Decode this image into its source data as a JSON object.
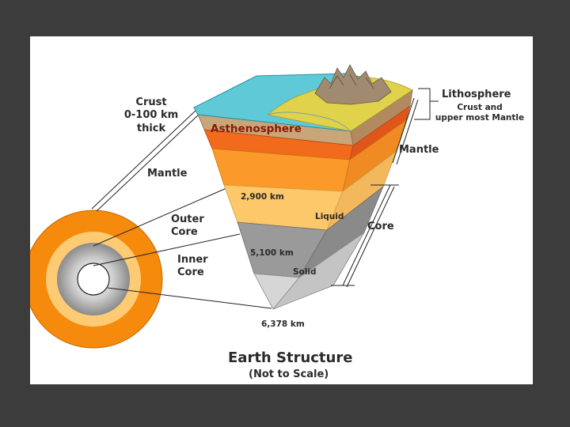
{
  "diagram": {
    "title": "Earth Structure",
    "subtitle": "(Not to Scale)",
    "labels": {
      "crust_title": "Crust",
      "crust_range": "0-100 km",
      "crust_thick": "thick",
      "mantle_left": "Mantle",
      "outer_core_1": "Outer",
      "outer_core_2": "Core",
      "inner_core_1": "Inner",
      "inner_core_2": "Core",
      "asthenosphere": "Asthenosphere",
      "lithosphere": "Lithosphere",
      "lithosphere_sub1": "Crust and",
      "lithosphere_sub2": "upper most Mantle",
      "mantle_right": "Mantle",
      "core_right": "Core",
      "depth_2900": "2,900 km",
      "depth_5100": "5,100 km",
      "depth_6378": "6,378 km",
      "liquid": "Liquid",
      "solid": "Solid"
    },
    "colors": {
      "background": "#3c3c3c",
      "ocean": "#5fc9d8",
      "land": "#e0d24a",
      "mountains": "#a08a70",
      "crust_band": "#c9a57a",
      "asthenosphere": "#f26a1b",
      "upper_mantle": "#fb9a2a",
      "lower_mantle": "#fdc86a",
      "outer_core": "#9a9a9a",
      "inner_core": "#d6d6d6"
    }
  }
}
